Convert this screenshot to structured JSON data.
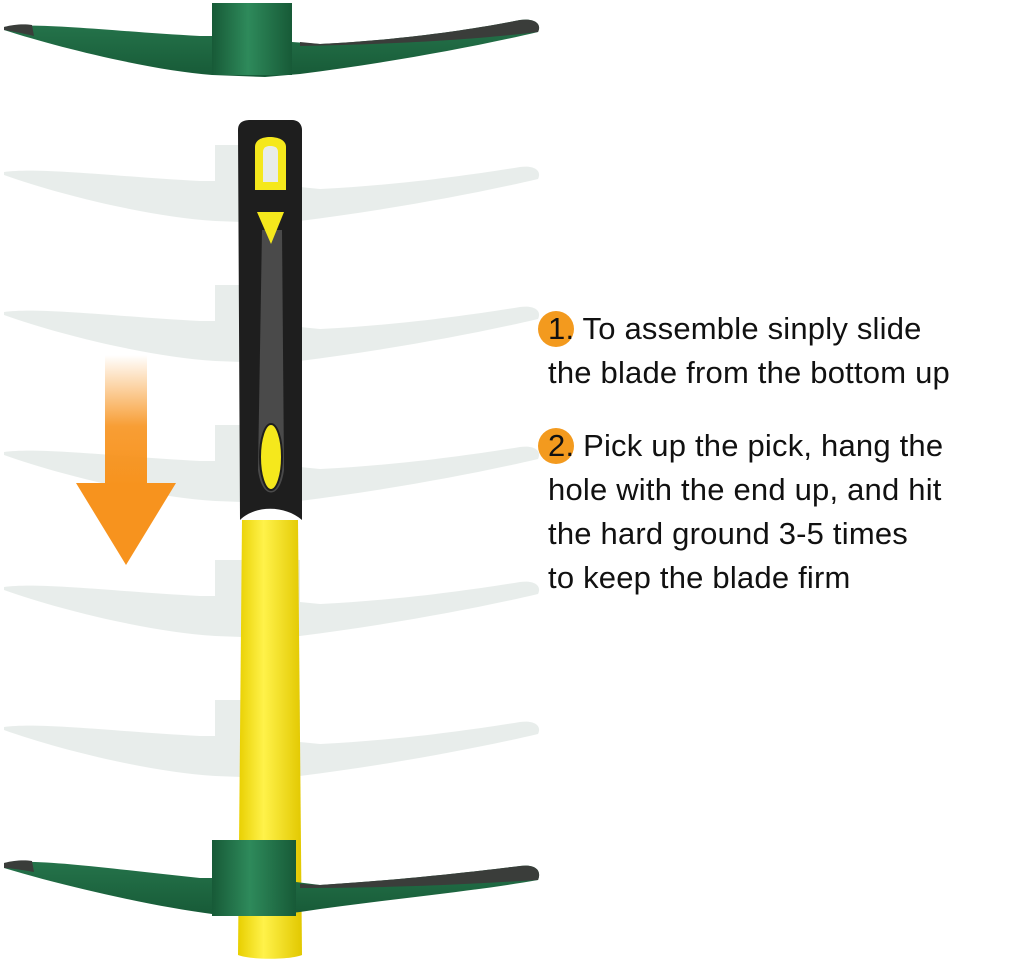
{
  "image": {
    "subject": "pickaxe assembly instructions",
    "colors": {
      "blade_green": "#1f6b44",
      "blade_tip_dark": "#3a3d3a",
      "ghost_blade": "#e6ebe8",
      "handle_yellow": "#f5e81c",
      "grip_black": "#1e1e1e",
      "grip_grey": "#4a4a4a",
      "arrow_orange": "#f7931e",
      "badge_orange": "#f39a1e",
      "text": "#111111"
    }
  },
  "steps": [
    {
      "number": "1.",
      "lines": [
        "To assemble sinply slide",
        "the blade from the bottom up"
      ]
    },
    {
      "number": "2.",
      "lines": [
        "Pick up the pick, hang the",
        "hole with the end up, and hit",
        "the hard ground 3-5 times",
        "to keep the blade firm"
      ]
    }
  ],
  "ghost_blade_count": 5,
  "arrow": {
    "direction": "down",
    "icon": "down-arrow-icon"
  }
}
